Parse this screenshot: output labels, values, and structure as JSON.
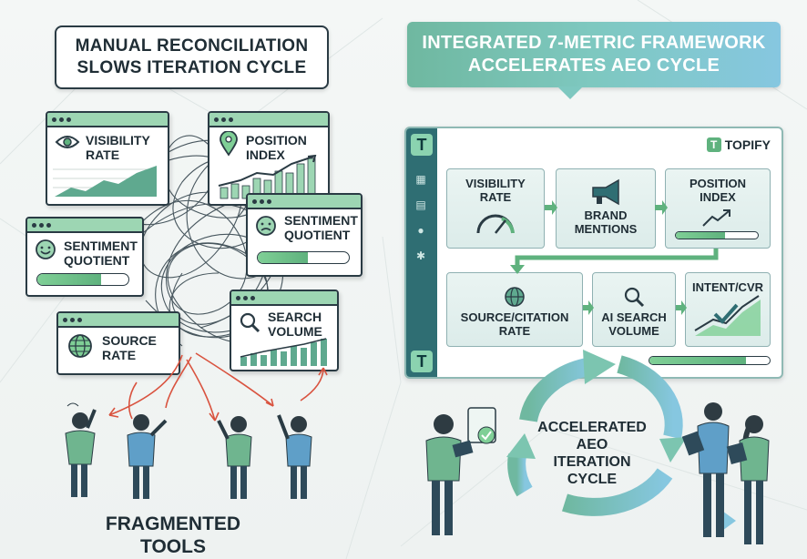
{
  "left_panel": {
    "title_line1": "MANUAL RECONCILIATION",
    "title_line2": "SLOWS ITERATION CYCLE",
    "windows": [
      {
        "line1": "VISIBILITY",
        "line2": "RATE",
        "icon": "eye-icon"
      },
      {
        "line1": "POSITION",
        "line2": "INDEX",
        "icon": "location-pin-icon"
      },
      {
        "line1": "SENTIMENT",
        "line2": "QUOTIENT",
        "icon": "sad-face-icon"
      },
      {
        "line1": "SENTIMENT",
        "line2": "QUOTIENT",
        "icon": "smile-face-icon"
      },
      {
        "line1": "SEARCH",
        "line2": "VOLUME",
        "icon": "magnifier-icon"
      },
      {
        "line1": "SOURCE",
        "line2": "RATE",
        "icon": "globe-icon"
      }
    ],
    "footer_line1": "FRAGMENTED",
    "footer_line2": "TOOLS"
  },
  "right_panel": {
    "banner_line1": "INTEGRATED 7-METRIC FRAMEWORK",
    "banner_line2": "ACCELERATES AEO CYCLE",
    "brand": "TOPIFY",
    "logo_letter": "T",
    "cards": [
      {
        "line1": "VISIBILITY",
        "line2": "RATE",
        "icon": "gauge-icon"
      },
      {
        "line1": "BRAND",
        "line2": "MENTIONS",
        "icon": "megaphone-icon"
      },
      {
        "line1": "POSITION",
        "line2": "INDEX",
        "icon": "trend-arrow-icon"
      },
      {
        "line1": "SOURCE/CITATION",
        "line2": "RATE",
        "icon": "globe-icon"
      },
      {
        "line1": "AI SEARCH",
        "line2": "VOLUME",
        "icon": "magnifier-icon"
      },
      {
        "line1": "INTENT/CVR",
        "line2": "",
        "icon": "checkmark-chart-icon"
      }
    ],
    "cycle_line1": "ACCELERATED",
    "cycle_line2": "AEO",
    "cycle_line3": "ITERATION",
    "cycle_line4": "CYCLE"
  },
  "colors": {
    "accent_green": "#5fb27e",
    "teal_sidebar": "#2f6e73",
    "outline": "#2a3b44",
    "red_arrow": "#d9533f"
  },
  "levels": {
    "left_sentiment_bar": 0.55,
    "left_smile_bar": 0.7,
    "position_index_slider": 0.6,
    "intent_cvr_bar": 0.8
  }
}
